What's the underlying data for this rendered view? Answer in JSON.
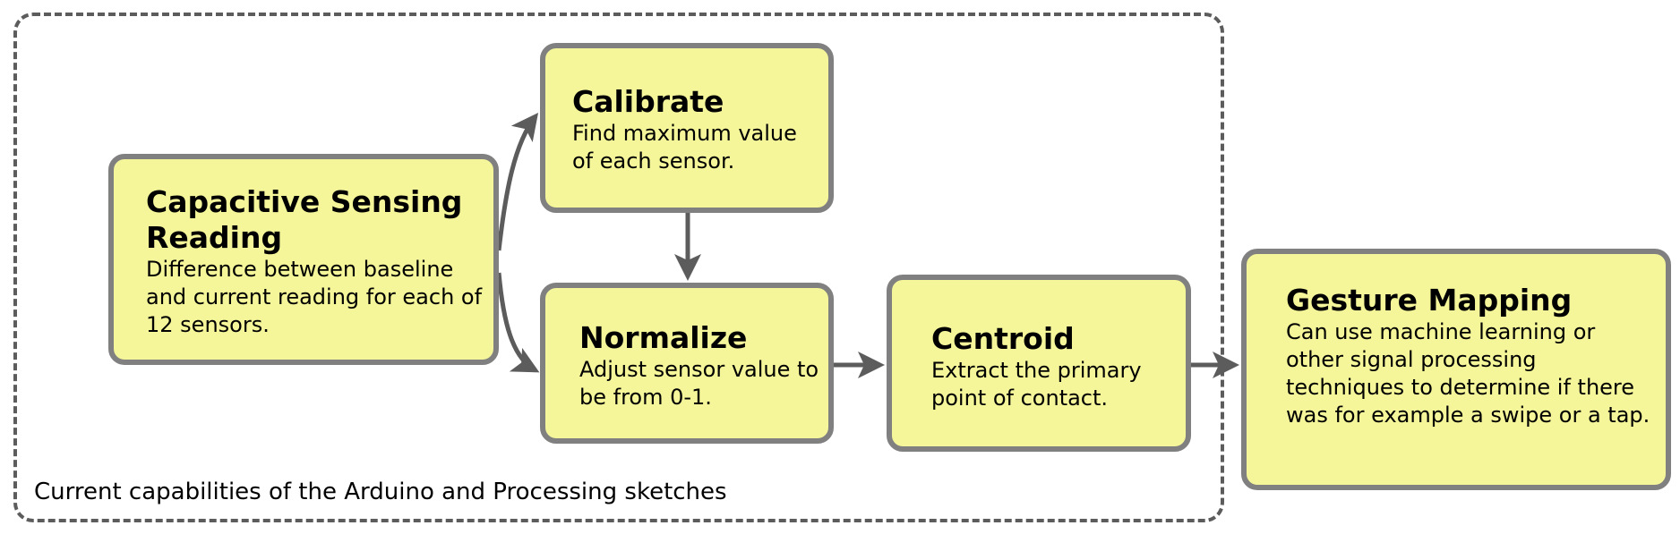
{
  "group": {
    "caption": "Current capabilities of the Arduino and Processing sketches"
  },
  "nodes": {
    "capacitive": {
      "title": "Capacitive Sensing Reading",
      "description": "Difference between baseline and current reading for each of 12 sensors."
    },
    "calibrate": {
      "title": "Calibrate",
      "description": "Find maximum value of each sensor."
    },
    "normalize": {
      "title": "Normalize",
      "description": "Adjust sensor value to be from 0-1."
    },
    "centroid": {
      "title": "Centroid",
      "description": "Extract the primary point of contact."
    },
    "gesture": {
      "title": "Gesture Mapping",
      "description": "Can use machine learning or other signal processing techniques to determine if there was for example a swipe or a tap."
    }
  },
  "colors": {
    "node_fill": "#f5f59a",
    "node_border": "#808080",
    "arrow": "#5c5c5c",
    "group_border": "#5c5c5c"
  }
}
